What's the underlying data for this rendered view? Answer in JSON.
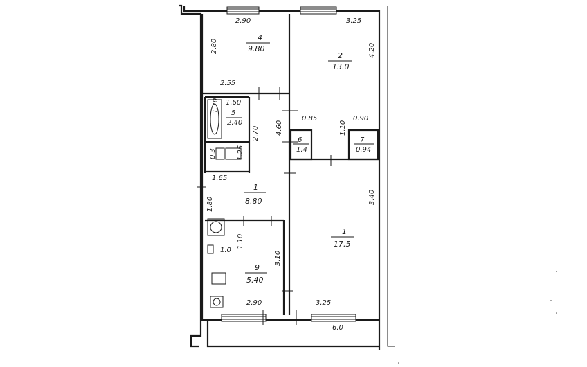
{
  "rooms": [
    {
      "id": "4",
      "area": "9.80"
    },
    {
      "id": "2",
      "area": "13.0"
    },
    {
      "id": "5",
      "area": "2.40"
    },
    {
      "id": "6",
      "area": "1.4"
    },
    {
      "id": "7",
      "area": "0.94"
    },
    {
      "id": "1",
      "area": "8.80"
    },
    {
      "id": "1",
      "area": "17.5"
    },
    {
      "id": "9",
      "area": "5.40"
    }
  ],
  "dimensions": {
    "top_left": "2.90",
    "top_right": "3.25",
    "room4_height": "2.80",
    "room2_height": "4.20",
    "room4_bottom": "2.55",
    "bath_a": "1.60",
    "bath_b": "1.70",
    "hall_height": "2.70",
    "hall_right": "4.60",
    "closet6_w": "0.85",
    "closet_right_h": "1.10",
    "closet7_w": "0.90",
    "wc_h": "0.3",
    "wc_w": "1.25",
    "corridor_width": "1.65",
    "corridor_side": "1.80",
    "kitchen_side": "1.10",
    "kitchen_right": "3.10",
    "room_right_height": "3.40",
    "bottom_left": "2.90",
    "bottom_right": "3.25",
    "balcony": "6.0",
    "small_1": "1.0"
  }
}
